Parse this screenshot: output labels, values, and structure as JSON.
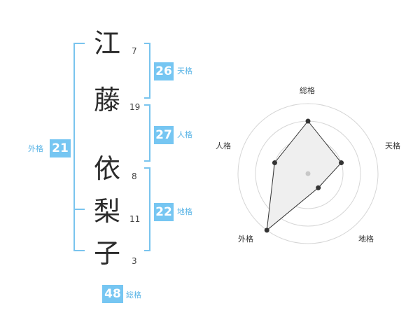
{
  "name": {
    "chars": [
      {
        "char": "江",
        "strokes": "7"
      },
      {
        "char": "藤",
        "strokes": "19"
      },
      {
        "char": "依",
        "strokes": "8"
      },
      {
        "char": "梨",
        "strokes": "11"
      },
      {
        "char": "子",
        "strokes": "3"
      }
    ]
  },
  "fortunes": {
    "tenkaku": {
      "value": "26",
      "label": "天格"
    },
    "jinkaku": {
      "value": "27",
      "label": "人格"
    },
    "chikaku": {
      "value": "22",
      "label": "地格"
    },
    "gaikaku": {
      "value": "21",
      "label": "外格"
    },
    "soukaku": {
      "value": "48",
      "label": "総格"
    }
  },
  "chart_data": {
    "type": "radar",
    "axes": [
      "総格",
      "天格",
      "地格",
      "外格",
      "人格"
    ],
    "values": [
      3,
      2,
      1,
      4,
      2
    ],
    "range": [
      0,
      4
    ],
    "grid_rings": 4,
    "fill_color": "#efefef",
    "line_color": "#333333",
    "accent": "#76c6f2"
  }
}
